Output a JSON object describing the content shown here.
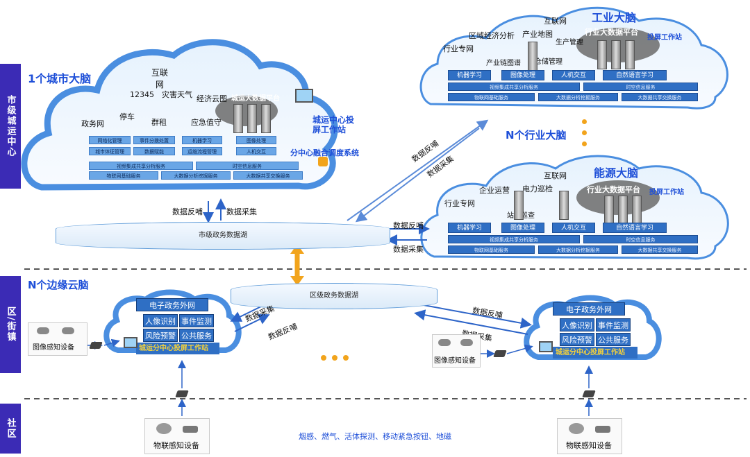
{
  "sidebar": {
    "city": "市级城运中心",
    "district": "区/街镇",
    "community": "社区"
  },
  "city_brain": {
    "title": "1个城市大脑",
    "internet": "互联网",
    "hotline": "12345",
    "weather": "灾害天气",
    "economy": "经济云图",
    "platform": "城运大数据平台",
    "gov_net": "政务网",
    "parking": "停车",
    "rental": "群租",
    "emergency": "应急值守",
    "workstation": "城运中心投屏工作站",
    "sub_center": "分中心融合调度系统",
    "chips_row1": [
      "网络化管理",
      "事件分拨处置",
      "机器学习",
      "图像处理"
    ],
    "chips_row2": [
      "城市体征管理",
      "数据赋能",
      "运维流程管理",
      "人机交互"
    ],
    "strips_row3": [
      "视频集成共享分析服务",
      "时空信息服务"
    ],
    "strips_row4": [
      "物联网基础服务",
      "大数据分析挖掘服务",
      "大数据共享交换服务"
    ]
  },
  "industry_brain": {
    "title": "工业大脑",
    "internet": "互联网",
    "regional": "区域经济分析",
    "map": "产业地图",
    "production": "生产管理",
    "platform": "行业大数据平台",
    "workstation": "投屏工作站",
    "dedicated_net": "行业专网",
    "graph": "产业链图谱",
    "storage": "仓储管理",
    "chips": [
      "机器学习",
      "图像处理",
      "人机交互",
      "自然语言学习"
    ],
    "strips_row2": [
      "视频集成共享分析服务",
      "时空信息服务"
    ],
    "strips_row3": [
      "物联网基础服务",
      "大数据分析挖掘服务",
      "大数据共享交换服务"
    ]
  },
  "n_industry": "N个行业大脑",
  "energy_brain": {
    "title": "能源大脑",
    "internet": "互联网",
    "operation": "企业运营",
    "patrol": "电力巡检",
    "platform": "行业大数据平台",
    "workstation": "投屏工作站",
    "dedicated_net": "行业专网",
    "site": "站址巡查",
    "chips": [
      "机器学习",
      "图像处理",
      "人机交互",
      "自然语言学习"
    ],
    "strips_row2": [
      "视频集成共享分析服务",
      "时空信息服务"
    ],
    "strips_row3": [
      "物联网基础服务",
      "大数据分析挖掘服务",
      "大数据共享交换服务"
    ]
  },
  "lakes": {
    "city": "市级政务数据湖",
    "district": "区级政务数据湖"
  },
  "flows": {
    "feedback": "数据反哺",
    "collect": "数据采集"
  },
  "edge": {
    "title": "N个边缘云脑",
    "net": "电子政务外网",
    "face": "人像识别",
    "event": "事件监测",
    "risk": "风险预警",
    "public": "公共服务",
    "workstation": "城运分中心投屏工作站"
  },
  "devices": {
    "image": "图像感知设备",
    "iot": "物联感知设备"
  },
  "community_sensors": "烟感、燃气、活体探测、移动紧急按钮、地磁",
  "colors": {
    "sidebar": "#3b2bb5",
    "title_blue": "#1e4fd8",
    "cloud_outline": "#4a8ee0",
    "orange_arrow": "#f2a41c",
    "yellow_text": "#f6d23a"
  }
}
